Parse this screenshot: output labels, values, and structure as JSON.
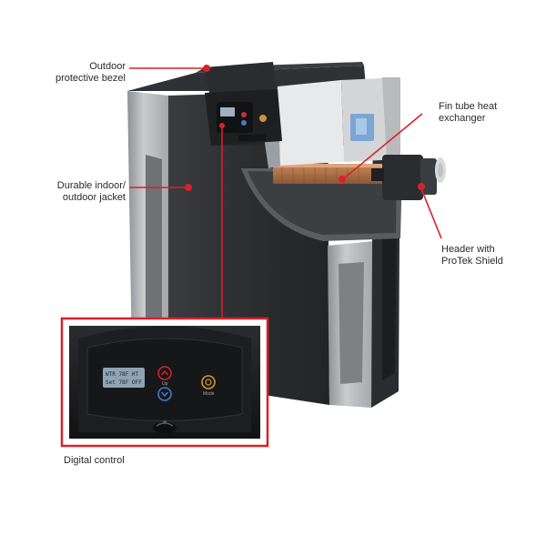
{
  "callouts": {
    "bezel": {
      "line1": "Outdoor",
      "line2": "protective bezel"
    },
    "exchanger": {
      "line1": "Fin tube heat",
      "line2": "exchanger"
    },
    "jacket": {
      "line1": "Durable indoor/",
      "line2": "outdoor jacket"
    },
    "header": {
      "line1": "Header with",
      "line2": "ProTek Shield"
    },
    "control": {
      "line1": "Digital control"
    }
  },
  "display": {
    "line1": "WTR 78F  HT",
    "line2": "Set 78F  OFF"
  },
  "buttons": {
    "up": "Up",
    "down": "Down",
    "mode": "Mode"
  },
  "icons": {
    "callout_dot": "red-dot-icon",
    "up": "chevron-up-icon",
    "down": "chevron-down-icon",
    "mode": "power-icon"
  },
  "colors": {
    "accent": "#d8212a",
    "jacket": "#2e3033",
    "panel": "#b9bcbe",
    "exchanger_copper": "#b0724a"
  }
}
